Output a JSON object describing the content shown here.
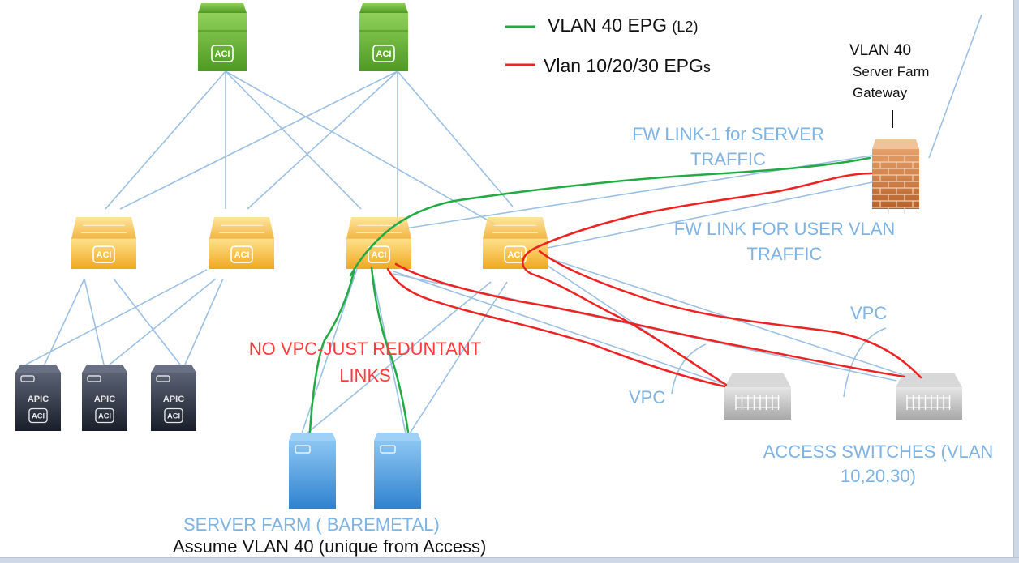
{
  "legend": [
    {
      "label": "VLAN 40 EPG",
      "suffix": "(L2)",
      "color": "#22aa44"
    },
    {
      "label": "Vlan 10/20/30 EPG",
      "suffix": "s",
      "color": "#ee2222"
    }
  ],
  "colors": {
    "link": "#9cc0e4",
    "green_path": "#22aa44",
    "red_path": "#ee2222",
    "spine": "#6ab23a",
    "leaf": "#f4b942",
    "apic": "#2c3244",
    "server": "#3d8fd6",
    "access_switch": "#bdbdbd",
    "firewall": "#c8743a"
  },
  "devices": {
    "spines": [
      {
        "icon": "ACI"
      },
      {
        "icon": "ACI"
      }
    ],
    "leaves": [
      {
        "icon": "ACI"
      },
      {
        "icon": "ACI"
      },
      {
        "icon": "ACI"
      },
      {
        "icon": "ACI"
      }
    ],
    "apics": [
      {
        "title": "APIC",
        "icon": "ACI"
      },
      {
        "title": "APIC",
        "icon": "ACI"
      },
      {
        "title": "APIC",
        "icon": "ACI"
      }
    ],
    "servers": [
      {
        "name": "server-1"
      },
      {
        "name": "server-2"
      }
    ],
    "access_switches": [
      {
        "name": "access-switch-1"
      },
      {
        "name": "access-switch-2"
      }
    ],
    "firewall": {
      "name": "firewall"
    }
  },
  "labels": {
    "gateway_line1": "VLAN 40",
    "gateway_line2": "Server Farm",
    "gateway_line3": "Gateway",
    "fw_link1_line1": "FW LINK-1 for SERVER",
    "fw_link1_line2": "TRAFFIC",
    "fw_link_user_line1": "FW LINK FOR USER VLAN",
    "fw_link_user_line2": "TRAFFIC",
    "no_vpc_line1": "NO VPC-JUST REDUNTANT",
    "no_vpc_line2": "LINKS",
    "vpc_left": "VPC",
    "vpc_right": "VPC",
    "access_line1": "ACCESS SWITCHES (VLAN",
    "access_line2": "10,20,30)",
    "server_farm": "SERVER FARM ( BAREMETAL)",
    "assume": "Assume VLAN 40 (unique from Access)"
  }
}
